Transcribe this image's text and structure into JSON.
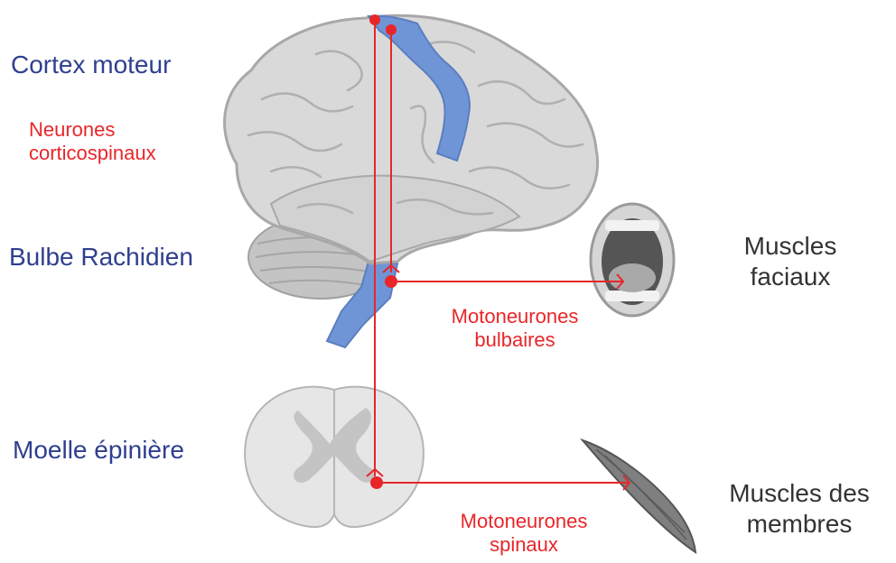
{
  "labels": {
    "cortex": "Cortex moteur",
    "corticospinal": [
      "Neurones",
      "corticospinaux"
    ],
    "bulbe": "Bulbe Rachidien",
    "moelle": "Moelle épinière",
    "bulbar_neurons": [
      "Motoneurones",
      "bulbaires"
    ],
    "spinal_neurons": [
      "Motoneurones",
      "spinaux"
    ],
    "facial_muscles": [
      "Muscles",
      "faciaux"
    ],
    "limb_muscles": [
      "Muscles des",
      "membres"
    ]
  },
  "colors": {
    "structure_text": "#2f3f8f",
    "neuron": "#e8262a",
    "motor_cortex": "#6f95d6",
    "brain": "#d9d9d9",
    "brain_outline": "#a8a8a8",
    "text_dark": "#333333"
  },
  "icons": {
    "brain": "brain-illustration",
    "brainstem": "brainstem-illustration",
    "spinal_cord": "spinal-cord-cross-section",
    "mouth": "open-mouth-icon",
    "muscle": "muscle-fiber-icon"
  }
}
